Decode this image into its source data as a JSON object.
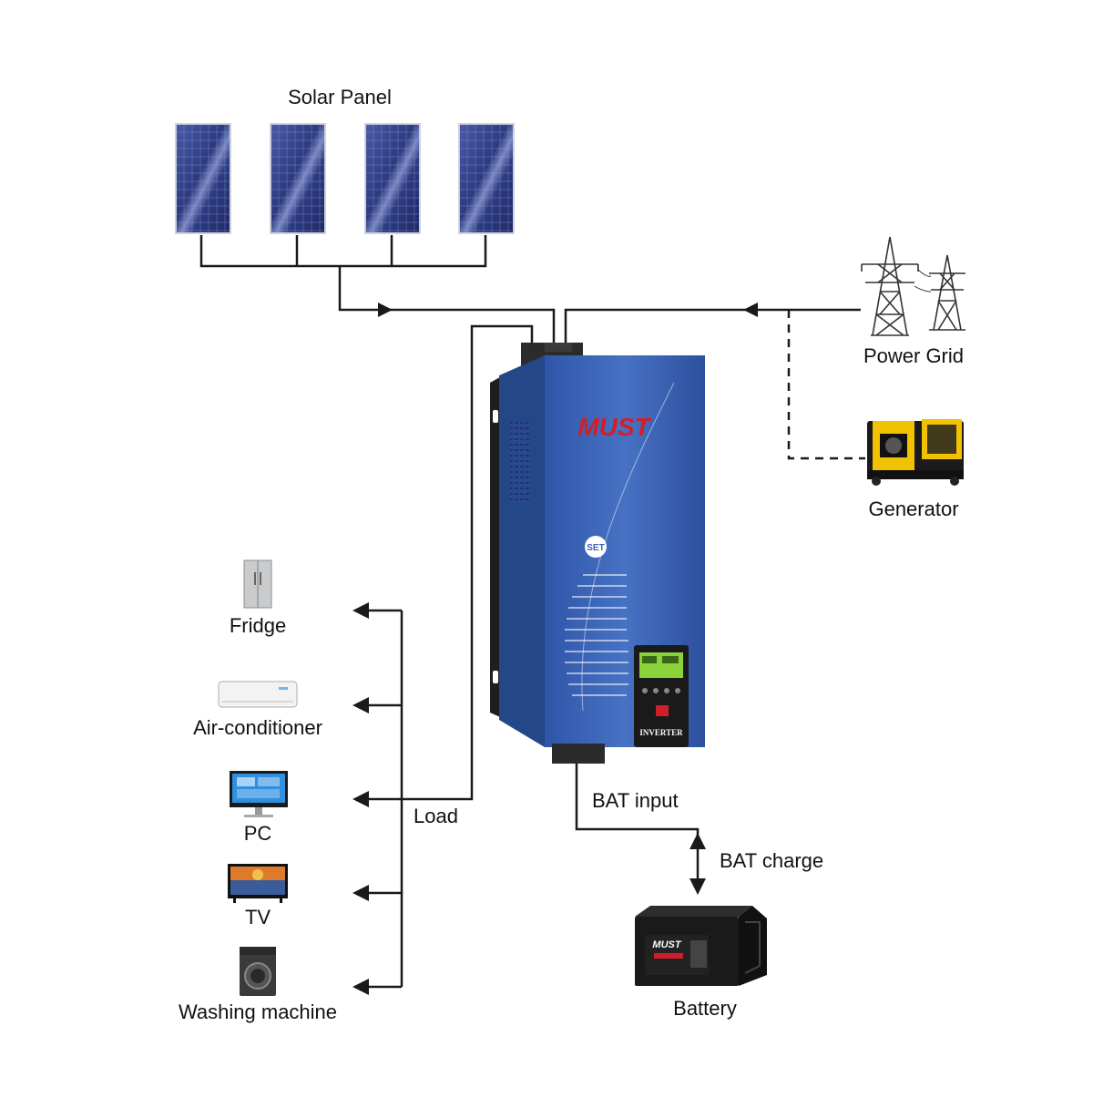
{
  "labels": {
    "solar_panel": "Solar Panel",
    "power_grid": "Power Grid",
    "generator": "Generator",
    "fridge": "Fridge",
    "air_conditioner": "Air-conditioner",
    "pc": "PC",
    "tv": "TV",
    "washing_machine": "Washing machine",
    "load": "Load",
    "bat_input": "BAT input",
    "bat_charge": "BAT charge",
    "battery": "Battery"
  },
  "inverter": {
    "brand": "MUST",
    "set_button": "SET",
    "model_label": "INVERTER"
  },
  "battery_unit": {
    "brand": "MUST"
  },
  "colors": {
    "line": "#1a1a1a",
    "inverter_blue": "#3b63b6",
    "brand_red": "#d21e2b",
    "panel_blue": "#2e3f86",
    "generator_yellow": "#f2c200"
  }
}
